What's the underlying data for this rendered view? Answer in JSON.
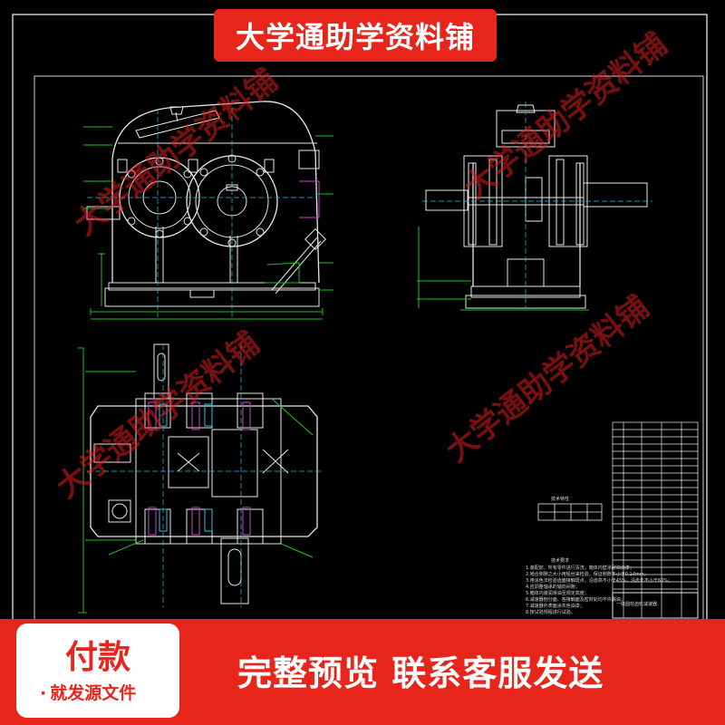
{
  "banner_title": "大学通助学资料铺",
  "watermark_text": "大学通助学资料铺",
  "notes": {
    "title": "技术要求",
    "table_title": "技术特性",
    "lines": [
      "1.装配前，所有零件进行清洗，箱体内壁涂耐油油漆；",
      "2.啮合侧隙之大小用铅丝来检验，保证侧隙不小于0.14mm；",
      "3.用涂色法检验齿面接触斑点，沿齿高不小于45%，沿齿长不小于60%；",
      "4.应调整轴承的轴向间隙；",
      "5.箱体内装润滑油至规定高度；",
      "6.减速器剖分面、各接触面及密封处均不许漏油；",
      "7.减速器外表面涂灰色油漆；",
      "8.按试验规程进行试验。"
    ]
  },
  "title_block": {
    "name": "一级圆柱齿轮减速器"
  },
  "footer": {
    "pay_title": "付款",
    "pay_subtitle": "就发源文件",
    "cta": "完整预览  联系客服发送"
  },
  "colors": {
    "brand_red": "#e8251b",
    "line_white": "#e8e8e8",
    "line_green": "#19c419",
    "line_cyan": "#22c7e0",
    "line_magenta": "#d040d0",
    "line_yellow": "#e0d020"
  }
}
